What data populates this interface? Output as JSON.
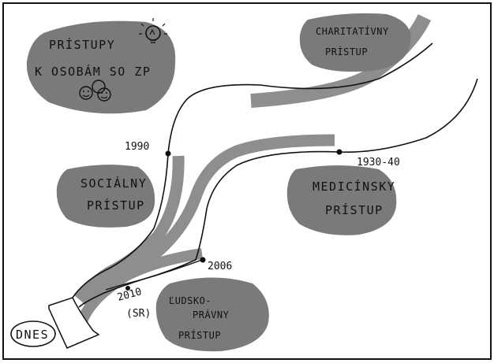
{
  "title": {
    "line1": "PRÍSTUPY",
    "line2": "K OSOBÁM SO ZP"
  },
  "approaches": {
    "charitable": {
      "line1": "CHARITATÍVNY",
      "line2": "PRÍSTUP"
    },
    "medical": {
      "line1": "MEDICÍNSKY",
      "line2": "PRÍSTUP"
    },
    "social": {
      "line1": "SOCIÁLNY",
      "line2": "PRÍSTUP"
    },
    "human_rights": {
      "line1": "ĽUDSKO-",
      "line2": "PRÁVNY",
      "line3": "PRÍSTUP"
    }
  },
  "years": {
    "y1990": "1990",
    "y1930": "1930-40",
    "y2006": "2006",
    "y2010_a": "2010",
    "y2010_b": "(SR)"
  },
  "today": "DNES",
  "colors": {
    "blob": "#7a7a7a",
    "band": "#8e8e8e",
    "ink": "#111111",
    "background": "#ffffff"
  },
  "icons": [
    "lightbulb-icon",
    "smiley-faces-icon"
  ]
}
